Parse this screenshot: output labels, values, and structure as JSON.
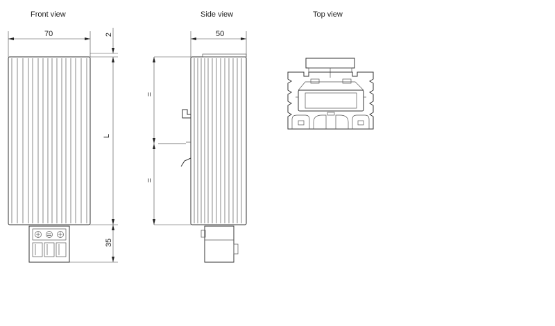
{
  "views": {
    "front": "Front view",
    "side": "Side view",
    "top": "Top view"
  },
  "dimensions": {
    "front_width": "70",
    "top_gap": "2",
    "length": "L",
    "terminal_height": "35",
    "side_width": "50",
    "equal_upper": "=",
    "equal_lower": "="
  }
}
